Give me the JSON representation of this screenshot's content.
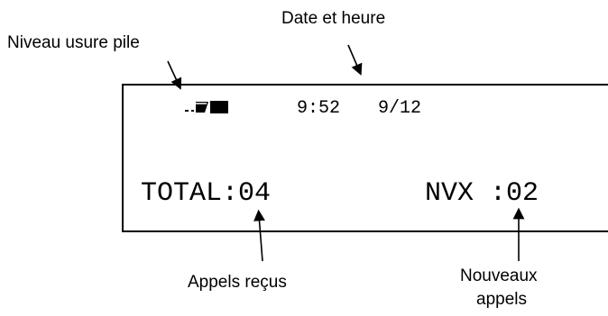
{
  "labels": {
    "battery_wear": "Niveau usure pile",
    "date_time": "Date et heure",
    "calls_received": "Appels reçus",
    "new_calls_line1": "Nouveaux",
    "new_calls_line2": "appels"
  },
  "display": {
    "time": "9:52",
    "date": "9/12",
    "total": "TOTAL:04",
    "new": "NVX :02"
  },
  "icons": {
    "battery": "battery-level-icon"
  }
}
